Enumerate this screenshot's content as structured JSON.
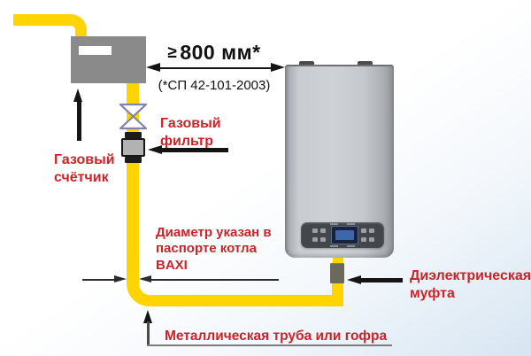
{
  "diagram": {
    "labels": {
      "distance_gte": "≥",
      "distance_value": "800 мм*",
      "distance_note": "(*СП 42-101-2003)",
      "gas_meter": "Газовый\nсчётчик",
      "gas_filter": "Газовый\nфильтр",
      "diameter_note": "Диаметр указан в\nпаспорте котла\nBAXI",
      "dielectric_coupling": "Диэлектрическая\nмуфта",
      "metal_pipe": "Металлическая труба или гофра"
    },
    "colors": {
      "pipe_yellow": "#ffd400",
      "label_red": "#cc2328",
      "meter_gray": "#8a8a8a",
      "arrow_black": "#141414",
      "background_tint": "#d7e5f1"
    }
  }
}
